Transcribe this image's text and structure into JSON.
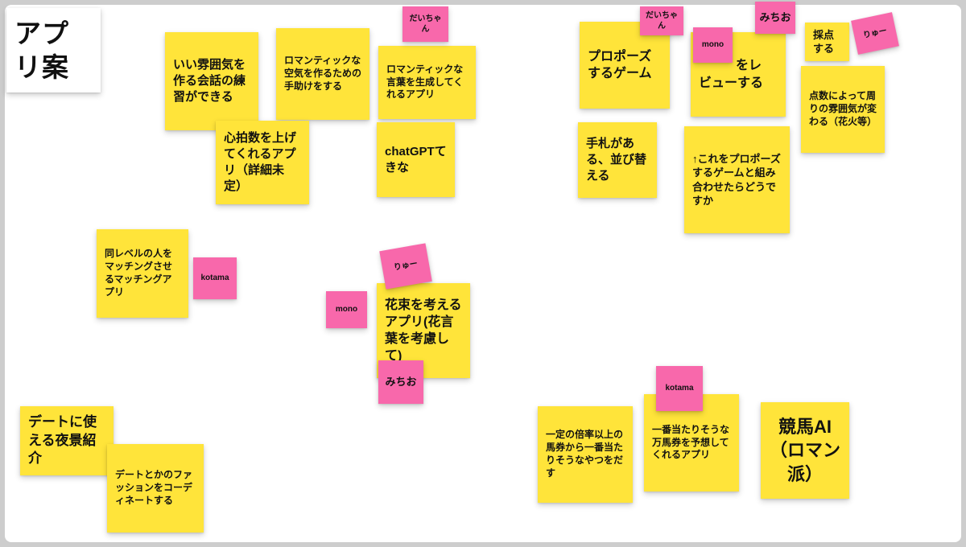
{
  "colors": {
    "note_yellow": "#FFE43A",
    "note_pink": "#F868AB",
    "canvas": "#FFFFFF",
    "frame": "#CDCDCD",
    "text": "#111111"
  },
  "title_note": {
    "text": "アプリ案"
  },
  "notes": [
    {
      "text": "いい雰囲気を作る会話の練習ができる"
    },
    {
      "text": "ロマンティックな空気を作るための手助けをする"
    },
    {
      "text": "ロマンティックな言葉を生成してくれるアプリ"
    },
    {
      "text": "心拍数を上げてくれるアプリ（詳細未定）"
    },
    {
      "text": "chatGPTてきな"
    },
    {
      "text": "プロポーズするゲーム"
    },
    {
      "text": "をレ\nビューする"
    },
    {
      "text": "採点する"
    },
    {
      "text": "点数によって周りの雰囲気が変わる（花火等）"
    },
    {
      "text": "手札がある、並び替える"
    },
    {
      "text": "↑これをプロポーズするゲームと組み合わせたらどうですか"
    },
    {
      "text": "同レベルの人をマッチングさせるマッチングアプリ"
    },
    {
      "text": "花束を考えるアプリ(花言葉を考慮して)"
    },
    {
      "text": "デートに使える夜景紹介"
    },
    {
      "text": "デートとかのファッションをコーディネートする"
    },
    {
      "text": "一定の倍率以上の馬券から一番当たりそうなやつをだす"
    },
    {
      "text": "一番当たりそうな万馬券を予想してくれるアプリ"
    },
    {
      "text": "競馬AI（ロマン派）"
    }
  ],
  "labels": [
    {
      "text": "だいちゃん"
    },
    {
      "text": "だいちゃん"
    },
    {
      "text": "mono"
    },
    {
      "text": "みちお"
    },
    {
      "text": "りゅー"
    },
    {
      "text": "kotama"
    },
    {
      "text": "りゅー"
    },
    {
      "text": "mono"
    },
    {
      "text": "みちお"
    },
    {
      "text": "kotama"
    }
  ]
}
